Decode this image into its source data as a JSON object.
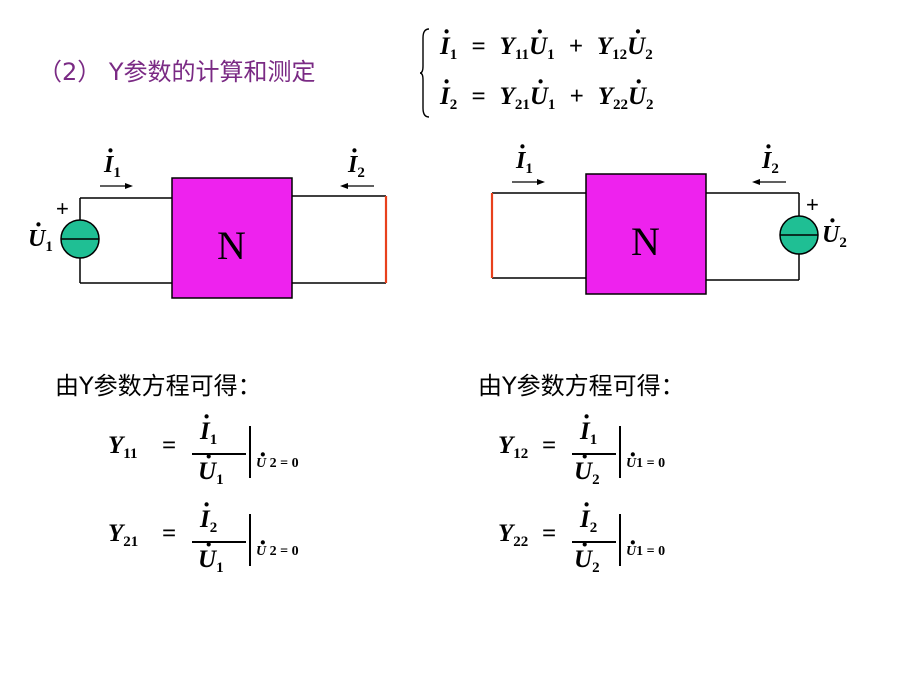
{
  "title": "（2） Y参数的计算和测定",
  "equations": [
    {
      "lhs": "I",
      "lhs_sub": "1",
      "t1": "Y",
      "t1_sub": "11",
      "v1": "U",
      "v1_sub": "1",
      "t2": "Y",
      "t2_sub": "12",
      "v2": "U",
      "v2_sub": "2"
    },
    {
      "lhs": "I",
      "lhs_sub": "2",
      "t1": "Y",
      "t1_sub": "21",
      "v1": "U",
      "v1_sub": "1",
      "t2": "Y",
      "t2_sub": "22",
      "v2": "U",
      "v2_sub": "2"
    }
  ],
  "circuits": {
    "left": {
      "network_label": "N",
      "current1": {
        "sym": "I",
        "sub": "1"
      },
      "current2": {
        "sym": "I",
        "sub": "2"
      },
      "source": {
        "sym": "U",
        "sub": "1",
        "polarity": "+"
      },
      "block_color": "#ee22ee",
      "short_color": "#e8401c",
      "source_color": "#1fbf94"
    },
    "right": {
      "network_label": "N",
      "current1": {
        "sym": "I",
        "sub": "1"
      },
      "current2": {
        "sym": "I",
        "sub": "2"
      },
      "source": {
        "sym": "U",
        "sub": "2",
        "polarity": "+"
      }
    }
  },
  "derivation_heading_left": "由Y参数方程可得：",
  "derivation_heading_right": "由Y参数方程可得：",
  "formulas": {
    "y11": {
      "lhs": "Y",
      "lhs_sub": "11",
      "num": "I",
      "num_sub": "1",
      "den": "U",
      "den_sub": "1",
      "cond_v": "U",
      "cond_sub": "2",
      "cond_rest": "= 0"
    },
    "y21": {
      "lhs": "Y",
      "lhs_sub": "21",
      "num": "I",
      "num_sub": "2",
      "den": "U",
      "den_sub": "1",
      "cond_v": "U",
      "cond_sub": "2",
      "cond_rest": "= 0"
    },
    "y12": {
      "lhs": "Y",
      "lhs_sub": "12",
      "num": "I",
      "num_sub": "1",
      "den": "U",
      "den_sub": "2",
      "cond_v": "U",
      "cond_sub": "1",
      "cond_rest": "= 0"
    },
    "y22": {
      "lhs": "Y",
      "lhs_sub": "22",
      "num": "I",
      "num_sub": "2",
      "den": "U",
      "den_sub": "2",
      "cond_v": "U",
      "cond_sub": "1",
      "cond_rest": "= 0"
    }
  },
  "eq_sign": "=",
  "plus_sign": "+"
}
